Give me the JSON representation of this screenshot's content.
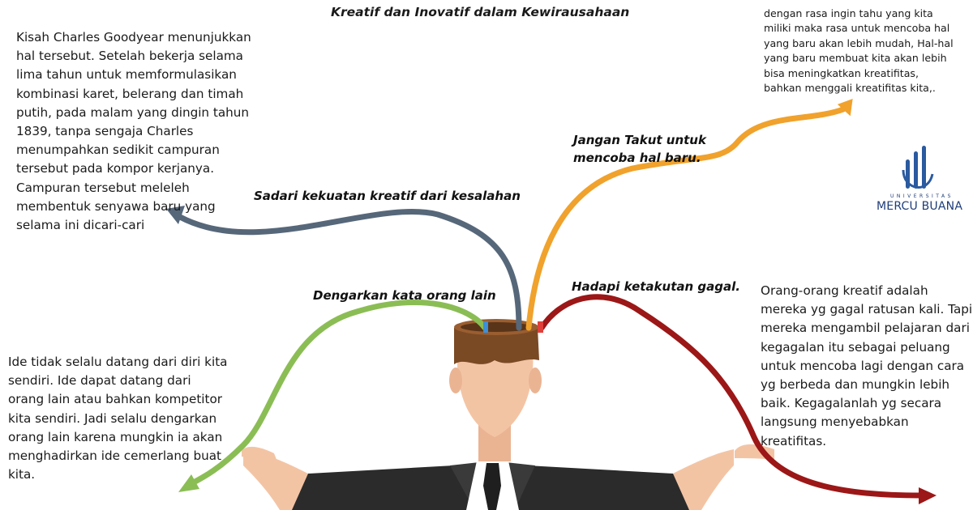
{
  "title": "Kreatif dan Inovatif dalam Kewirausahaan",
  "branches": [
    {
      "label": "Sadari kekuatan kreatif dari kesalahan",
      "color": "#56677a"
    },
    {
      "label": "Jangan Takut untuk\nmencoba hal baru.",
      "color": "#f0a22c"
    },
    {
      "label": "Dengarkan kata orang lain",
      "color": "#8bbd55"
    },
    {
      "label": "Hadapi ketakutan gagal.",
      "color": "#9c1717"
    }
  ],
  "paragraphs": {
    "goodyear": "Kisah Charles Goodyear menunjukkan\nhal tersebut. Setelah bekerja selama\nlima tahun untuk memformulasikan\nkombinasi karet, belerang dan timah\nputih, pada malam yang dingin tahun\n1839, tanpa sengaja Charles\nmenumpahkan sedikit campuran\ntersebut pada kompor kerjanya.\nCampuran tersebut meleleh\nmembentuk senyawa baru yang\nselama ini dicari-cari",
    "curiosity": "dengan rasa ingin tahu yang kita\nmiliki maka rasa untuk mencoba hal\nyang baru akan lebih mudah, Hal-hal\nyang baru membuat kita akan lebih\nbisa meningkatkan kreatifitas,\nbahkan menggali kreatifitas kita,.",
    "listen": "Ide tidak selalu datang dari diri kita\nsendiri. Ide dapat datang dari\norang lain atau bahkan kompetitor\nkita sendiri. Jadi selalu dengarkan\norang lain karena mungkin ia akan\nmenghadirkan ide cemerlang buat\nkita.",
    "failure": " Orang-orang kreatif adalah\nmereka yg gagal ratusan kali. Tapi\nmereka mengambil pelajaran dari\nkegagalan itu sebagai peluang\nuntuk mencoba lagi dengan cara\nyg berbeda dan mungkin lebih\nbaik. Kegagalanlah yg secara\nlangsung menyebabkan\nkreatifitas."
  },
  "logo": {
    "small": "UNIVERSITAS",
    "name": "MERCU BUANA",
    "color": "#1f3d7a"
  }
}
